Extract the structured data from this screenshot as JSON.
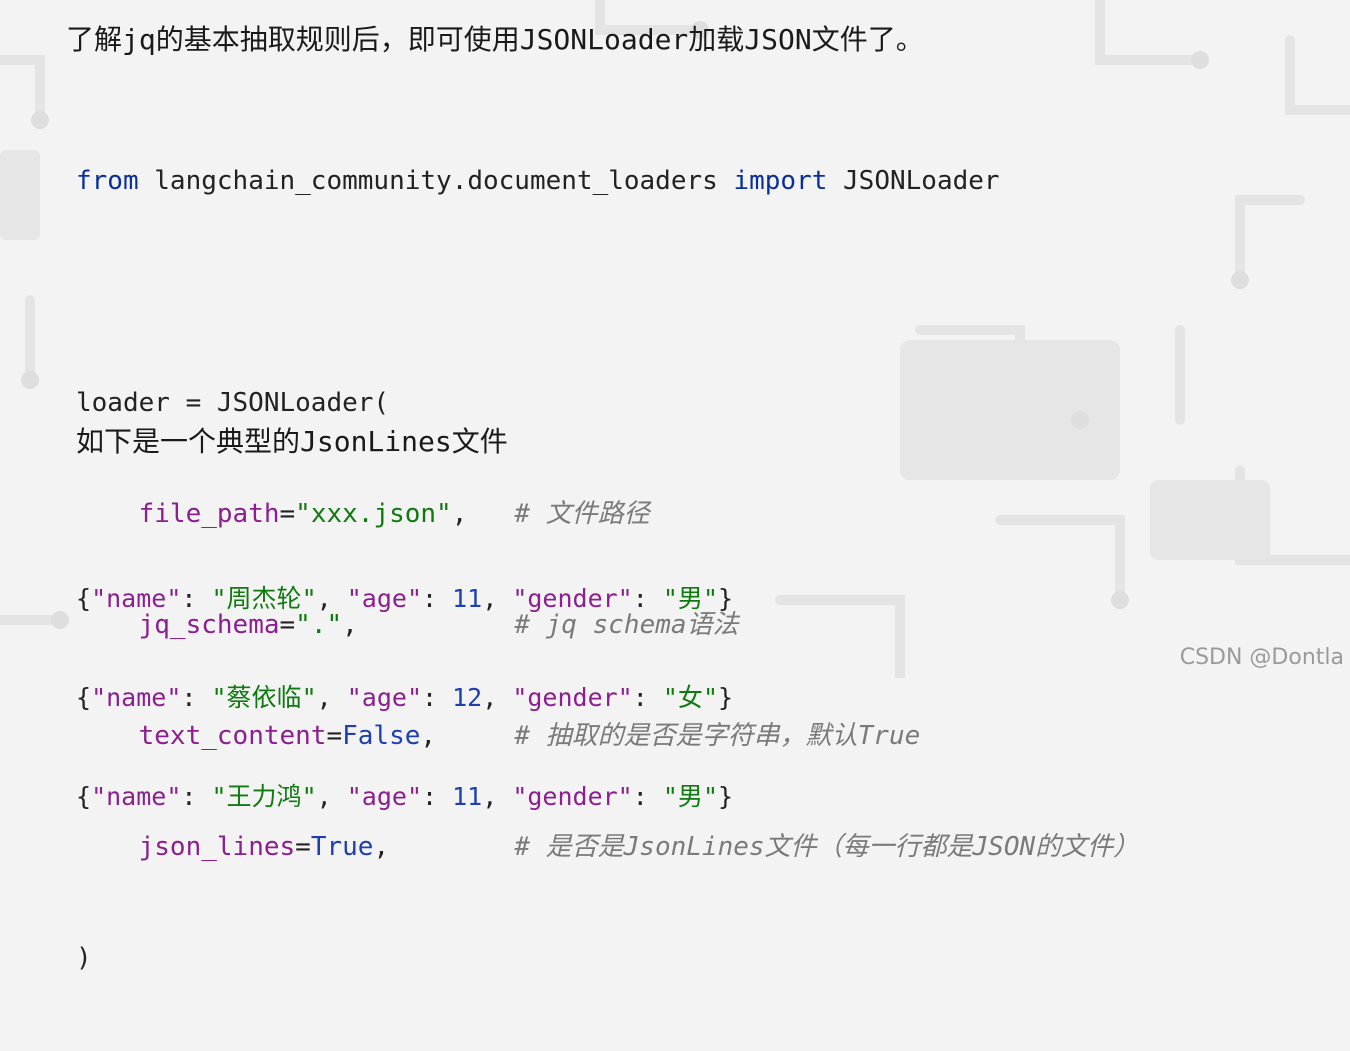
{
  "heading": "了解jq的基本抽取规则后，即可使用JSONLoader加载JSON文件了。",
  "code": {
    "import": {
      "kw_from": "from",
      "module": " langchain_community.document_loaders ",
      "kw_import": "import",
      "name": " JSONLoader"
    },
    "ctor_line": "loader = JSONLoader(",
    "args": [
      {
        "name": "file_path",
        "eq": "=",
        "value": "\"xxx.json\"",
        "value_kind": "str",
        "comma": ",",
        "pad": "   ",
        "comment": "# 文件路径"
      },
      {
        "name": "jq_schema",
        "eq": "=",
        "value": "\".\"",
        "value_kind": "str",
        "comma": ",",
        "pad": "          ",
        "comment": "# jq schema语法"
      },
      {
        "name": "text_content",
        "eq": "=",
        "value": "False",
        "value_kind": "const",
        "comma": ",",
        "pad": "     ",
        "comment": "# 抽取的是否是字符串，默认True"
      },
      {
        "name": "json_lines",
        "eq": "=",
        "value": "True",
        "value_kind": "const",
        "comma": ",",
        "pad": "        ",
        "comment": "# 是否是JsonLines文件（每一行都是JSON的文件）"
      }
    ],
    "close_line": ")"
  },
  "subheading": "如下是一个典型的JsonLines文件",
  "jsonlines": [
    {
      "name": "周杰轮",
      "age": "11",
      "gender": "男"
    },
    {
      "name": "蔡依临",
      "age": "12",
      "gender": "女"
    },
    {
      "name": "王力鸿",
      "age": "11",
      "gender": "男"
    }
  ],
  "json_keys": {
    "name": "\"name\"",
    "age": "\"age\"",
    "gender": "\"gender\""
  },
  "watermark": "CSDN @Dontla",
  "colors": {
    "background": "#f3f3f3",
    "keyword": "#0a2f9c",
    "param": "#8b1f8f",
    "string": "#0f7a0f",
    "number": "#1f3fb0",
    "comment": "#7a7a7a"
  }
}
